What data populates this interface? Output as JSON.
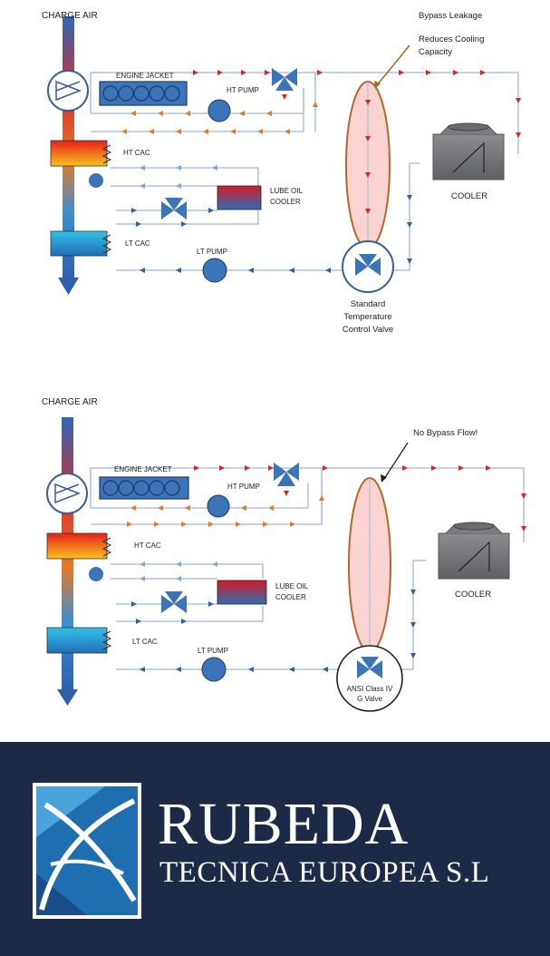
{
  "top": {
    "charge_air": "CHARGE AIR",
    "engine_jacket": "ENGINE JACKET",
    "ht_pump": "HT PUMP",
    "ht_cac": "HT CAC",
    "lube_oil_1": "LUBE OIL",
    "lube_oil_2": "COOLER",
    "lt_cac": "LT CAC",
    "lt_pump": "LT PUMP",
    "cooler": "COOLER",
    "callout_1": "Bypass Leakage",
    "callout_2": "Reduces Cooling",
    "callout_3": "Capacity",
    "valve_1": "Standard",
    "valve_2": "Temperature",
    "valve_3": "Control Valve"
  },
  "bottom": {
    "charge_air": "CHARGE AIR",
    "engine_jacket": "ENGINE JACKET",
    "ht_pump": "HT PUMP",
    "ht_cac": "HT CAC",
    "lube_oil_1": "LUBE OIL",
    "lube_oil_2": "COOLER",
    "lt_cac": "LT CAC",
    "lt_pump": "LT PUMP",
    "cooler": "COOLER",
    "callout_1": "No Bypass Flow!",
    "valve_1": "ANSI Class IV",
    "valve_2": "G Valve"
  },
  "brand": {
    "name": "RUBEDA",
    "subtitle": "TECNICA EUROPEA S.L"
  },
  "colors": {
    "hot": "#e8201c",
    "warm": "#e07a2a",
    "cold": "#2f5fa8",
    "pipe": "#9fb8d8",
    "brand_bg": "#1d2a47"
  }
}
